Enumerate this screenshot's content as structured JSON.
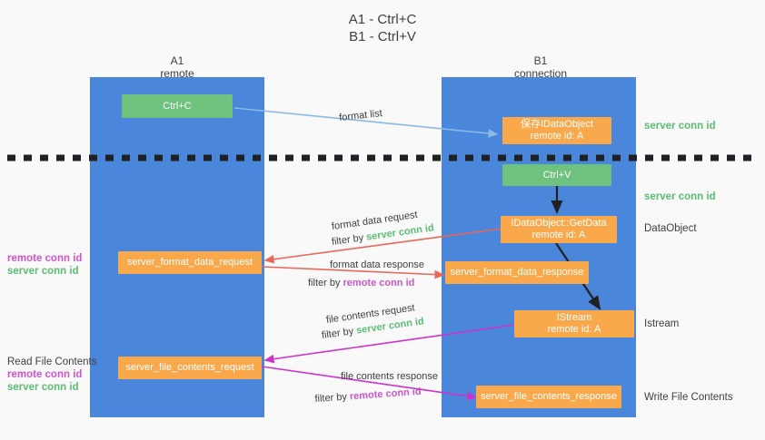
{
  "title": {
    "line1": "A1 - Ctrl+C",
    "line2": "B1 - Ctrl+V"
  },
  "columns": [
    {
      "name": "A1",
      "subtitle": "remote"
    },
    {
      "name": "B1",
      "subtitle": "connection"
    }
  ],
  "colors": {
    "lane": "#4a86d9",
    "node_orange": "#f9a94c",
    "node_green": "#6ec27e",
    "server_conn_id": "#5bbd72",
    "remote_conn_id": "#cc55cc",
    "arrow_blue": "#8ab8e8",
    "arrow_red": "#e8675a",
    "arrow_magenta": "#cc33cc",
    "arrow_black": "#202124",
    "background": "#f9f9f9"
  },
  "nodes": {
    "ctrl_c": {
      "line1": "Ctrl+C",
      "line2": ""
    },
    "save_idataobject": {
      "line1": "保存IDataObject",
      "line2": "remote id: A"
    },
    "ctrl_v": {
      "line1": "Ctrl+V",
      "line2": ""
    },
    "getdata": {
      "line1": "IDataObject::GetData",
      "line2": "remote id: A"
    },
    "istream": {
      "line1": "IStream",
      "line2": "remote id: A"
    },
    "server_format_data_request": {
      "line1": "server_format_data_request",
      "line2": ""
    },
    "server_format_data_response": {
      "line1": "server_format_data_response",
      "line2": ""
    },
    "server_file_contents_request": {
      "line1": "server_file_contents_request",
      "line2": ""
    },
    "server_file_contents_response": {
      "line1": "server_file_contents_response",
      "line2": ""
    }
  },
  "right_labels": {
    "server_conn_id_top": "server conn id",
    "server_conn_id_mid": "server conn id",
    "dataobject": "DataObject",
    "istream": "Istream",
    "write_file_contents": "Write File Contents"
  },
  "left_labels": {
    "remote_conn_id_upper": "remote conn id",
    "server_conn_id_upper": "server conn id",
    "read_file_contents": "Read File Contents",
    "remote_conn_id_lower": "remote conn id",
    "server_conn_id_lower": "server conn id"
  },
  "edges": {
    "format_list": "format list",
    "format_data_request": "format data request",
    "format_data_request_filter_prefix": "filter by ",
    "format_data_request_filter_value": "server conn id",
    "format_data_response": "format data response",
    "format_data_response_filter_prefix": "filter by ",
    "format_data_response_filter_value": "remote conn id",
    "file_contents_request": "file contents request",
    "file_contents_request_filter_prefix": "filter by ",
    "file_contents_request_filter_value": "server conn id",
    "file_contents_response": "file contents response",
    "file_contents_response_filter_prefix": "filter by ",
    "file_contents_response_filter_value": "remote conn id"
  }
}
